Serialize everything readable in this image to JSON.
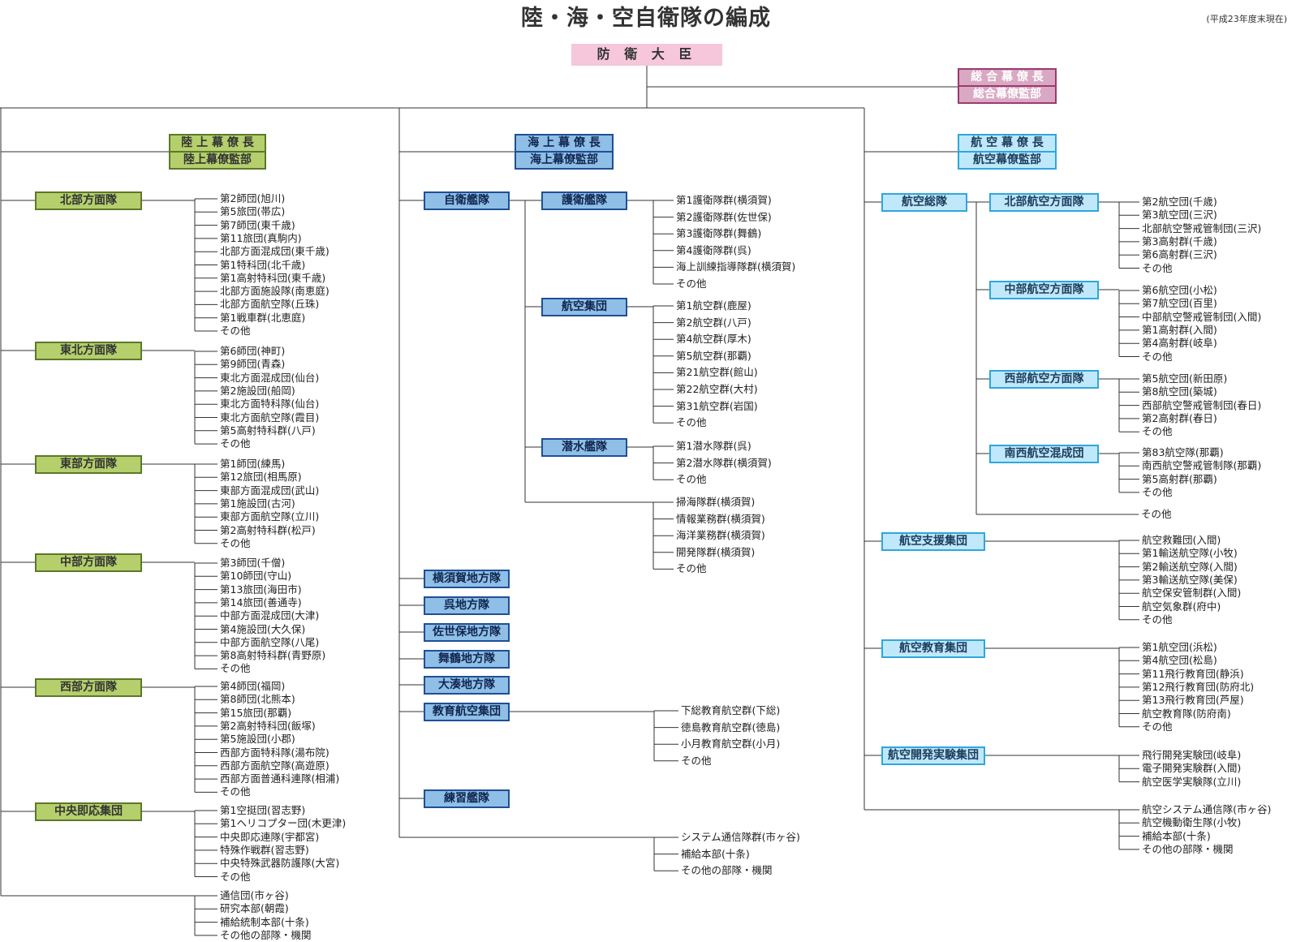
{
  "title": "陸・海・空自衛隊の編成",
  "date_note": "(平成23年度末現在)",
  "minister": "防 衛 大 臣",
  "joint_staff": {
    "chief": "総 合 幕 僚 長",
    "office": "総合幕僚監部"
  },
  "gsdf": {
    "chief": "陸 上 幕 僚 長",
    "office": "陸上幕僚監部",
    "armies": [
      {
        "name": "北部方面隊",
        "items": [
          "第2師団(旭川)",
          "第5旅団(帯広)",
          "第7師団(東千歳)",
          "第11旅団(真駒内)",
          "北部方面混成団(東千歳)",
          "第1特科団(北千歳)",
          "第1高射特科団(東千歳)",
          "北部方面施設隊(南恵庭)",
          "北部方面航空隊(丘珠)",
          "第1戦車群(北恵庭)",
          "その他"
        ]
      },
      {
        "name": "東北方面隊",
        "items": [
          "第6師団(神町)",
          "第9師団(青森)",
          "東北方面混成団(仙台)",
          "第2施設団(船岡)",
          "東北方面特科隊(仙台)",
          "東北方面航空隊(霞目)",
          "第5高射特科群(八戸)",
          "その他"
        ]
      },
      {
        "name": "東部方面隊",
        "items": [
          "第1師団(練馬)",
          "第12旅団(相馬原)",
          "東部方面混成団(武山)",
          "第1施設団(古河)",
          "東部方面航空隊(立川)",
          "第2高射特科群(松戸)",
          "その他"
        ]
      },
      {
        "name": "中部方面隊",
        "items": [
          "第3師団(千僧)",
          "第10師団(守山)",
          "第13旅団(海田市)",
          "第14旅団(善通寺)",
          "中部方面混成団(大津)",
          "第4施設団(大久保)",
          "中部方面航空隊(八尾)",
          "第8高射特科群(青野原)",
          "その他"
        ]
      },
      {
        "name": "西部方面隊",
        "items": [
          "第4師団(福岡)",
          "第8師団(北熊本)",
          "第15旅団(那覇)",
          "第2高射特科団(飯塚)",
          "第5施設団(小郡)",
          "西部方面特科隊(湯布院)",
          "西部方面航空隊(高遊原)",
          "西部方面普通科連隊(相浦)",
          "その他"
        ]
      },
      {
        "name": "中央即応集団",
        "items": [
          "第1空挺団(習志野)",
          "第1ヘリコプター団(木更津)",
          "中央即応連隊(宇都宮)",
          "特殊作戦群(習志野)",
          "中央特殊武器防護隊(大宮)",
          "その他"
        ]
      }
    ],
    "others": [
      "通信団(市ヶ谷)",
      "研究本部(朝霞)",
      "補給統制本部(十条)",
      "その他の部隊・機関"
    ]
  },
  "msdf": {
    "chief": "海 上 幕 僚 長",
    "office": "海上幕僚監部",
    "fleet": "自衛艦隊",
    "fleet_units": [
      {
        "name": "護衛艦隊",
        "items": [
          "第1護衛隊群(横須賀)",
          "第2護衛隊群(佐世保)",
          "第3護衛隊群(舞鶴)",
          "第4護衛隊群(呉)",
          "海上訓練指導隊群(横須賀)",
          "その他"
        ]
      },
      {
        "name": "航空集団",
        "items": [
          "第1航空群(鹿屋)",
          "第2航空群(八戸)",
          "第4航空群(厚木)",
          "第5航空群(那覇)",
          "第21航空群(館山)",
          "第22航空群(大村)",
          "第31航空群(岩国)",
          "その他"
        ]
      },
      {
        "name": "潜水艦隊",
        "items": [
          "第1潜水隊群(呉)",
          "第2潜水隊群(横須賀)",
          "その他"
        ]
      }
    ],
    "fleet_direct": [
      "掃海隊群(横須賀)",
      "情報業務群(横須賀)",
      "海洋業務群(横須賀)",
      "開発隊群(横須賀)",
      "その他"
    ],
    "districts": [
      "横須賀地方隊",
      "呉地方隊",
      "佐世保地方隊",
      "舞鶴地方隊",
      "大湊地方隊"
    ],
    "education": {
      "name": "教育航空集団",
      "items": [
        "下総教育航空群(下総)",
        "徳島教育航空群(徳島)",
        "小月教育航空群(小月)",
        "その他"
      ]
    },
    "training": "練習艦隊",
    "others": [
      "システム通信隊群(市ヶ谷)",
      "補給本部(十条)",
      "その他の部隊・機関"
    ]
  },
  "asdf": {
    "chief": "航 空 幕 僚 長",
    "office": "航空幕僚監部",
    "command": "航空総隊",
    "command_units": [
      {
        "name": "北部航空方面隊",
        "items": [
          "第2航空団(千歳)",
          "第3航空団(三沢)",
          "北部航空警戒管制団(三沢)",
          "第3高射群(千歳)",
          "第6高射群(三沢)",
          "その他"
        ]
      },
      {
        "name": "中部航空方面隊",
        "items": [
          "第6航空団(小松)",
          "第7航空団(百里)",
          "中部航空警戒管制団(入間)",
          "第1高射群(入間)",
          "第4高射群(岐阜)",
          "その他"
        ]
      },
      {
        "name": "西部航空方面隊",
        "items": [
          "第5航空団(新田原)",
          "第8航空団(築城)",
          "西部航空警戒管制団(春日)",
          "第2高射群(春日)",
          "その他"
        ]
      },
      {
        "name": "南西航空混成団",
        "items": [
          "第83航空隊(那覇)",
          "南西航空警戒管制隊(那覇)",
          "第5高射群(那覇)",
          "その他"
        ]
      }
    ],
    "command_other": "その他",
    "support": {
      "name": "航空支援集団",
      "items": [
        "航空救難団(入間)",
        "第1輸送航空隊(小牧)",
        "第2輸送航空隊(入間)",
        "第3輸送航空隊(美保)",
        "航空保安管制群(入間)",
        "航空気象群(府中)",
        "その他"
      ]
    },
    "education": {
      "name": "航空教育集団",
      "items": [
        "第1航空団(浜松)",
        "第4航空団(松島)",
        "第11飛行教育団(静浜)",
        "第12飛行教育団(防府北)",
        "第13飛行教育団(芦屋)",
        "航空教育隊(防府南)",
        "その他"
      ]
    },
    "development": {
      "name": "航空開発実験集団",
      "items": [
        "飛行開発実験団(岐阜)",
        "電子開発実験群(入間)",
        "航空医学実験隊(立川)"
      ]
    },
    "others": [
      "航空システム通信隊(市ヶ谷)",
      "航空機動衛生隊(小牧)",
      "補給本部(十条)",
      "その他の部隊・機関"
    ]
  }
}
